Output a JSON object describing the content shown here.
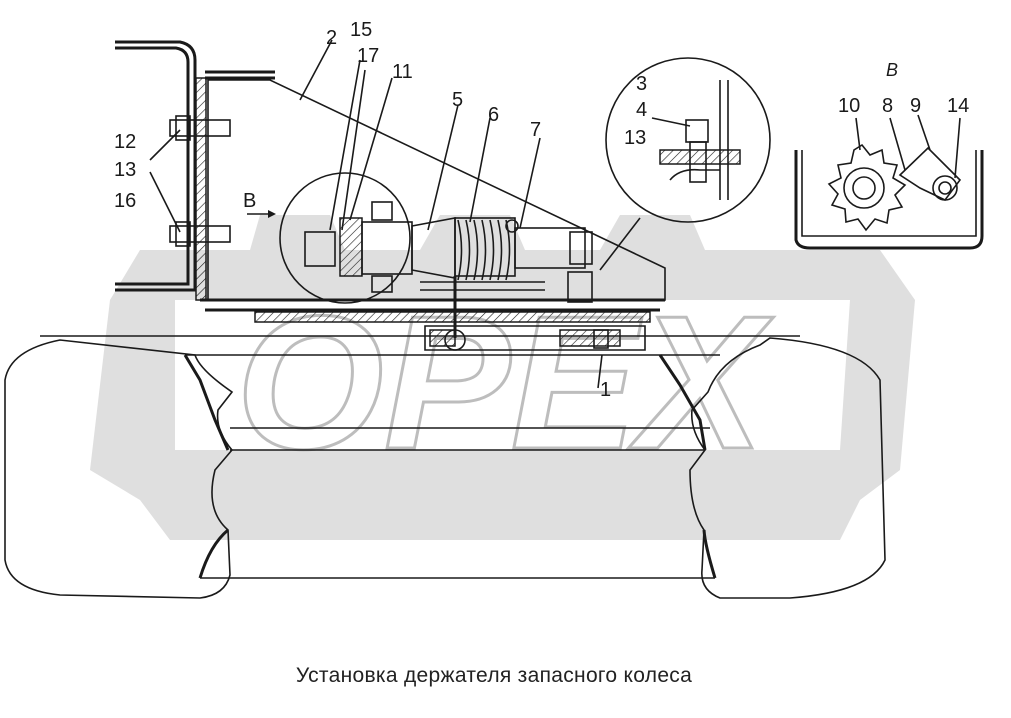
{
  "caption": "Установка держателя запасного колеса",
  "watermark": "OPEX",
  "view_letter": "В",
  "view_arrow_label": "В",
  "callouts": {
    "c1": "1",
    "c2": "2",
    "c3": "3",
    "c4": "4",
    "c5": "5",
    "c6": "6",
    "c7": "7",
    "c8": "8",
    "c9": "9",
    "c10": "10",
    "c11": "11",
    "c12": "12",
    "c13a": "13",
    "c13b": "13",
    "c14": "14",
    "c15": "15",
    "c16": "16",
    "c17": "17"
  },
  "colors": {
    "line": "#1a1a1a",
    "watermark": "#d9d9d9",
    "background": "#ffffff"
  }
}
